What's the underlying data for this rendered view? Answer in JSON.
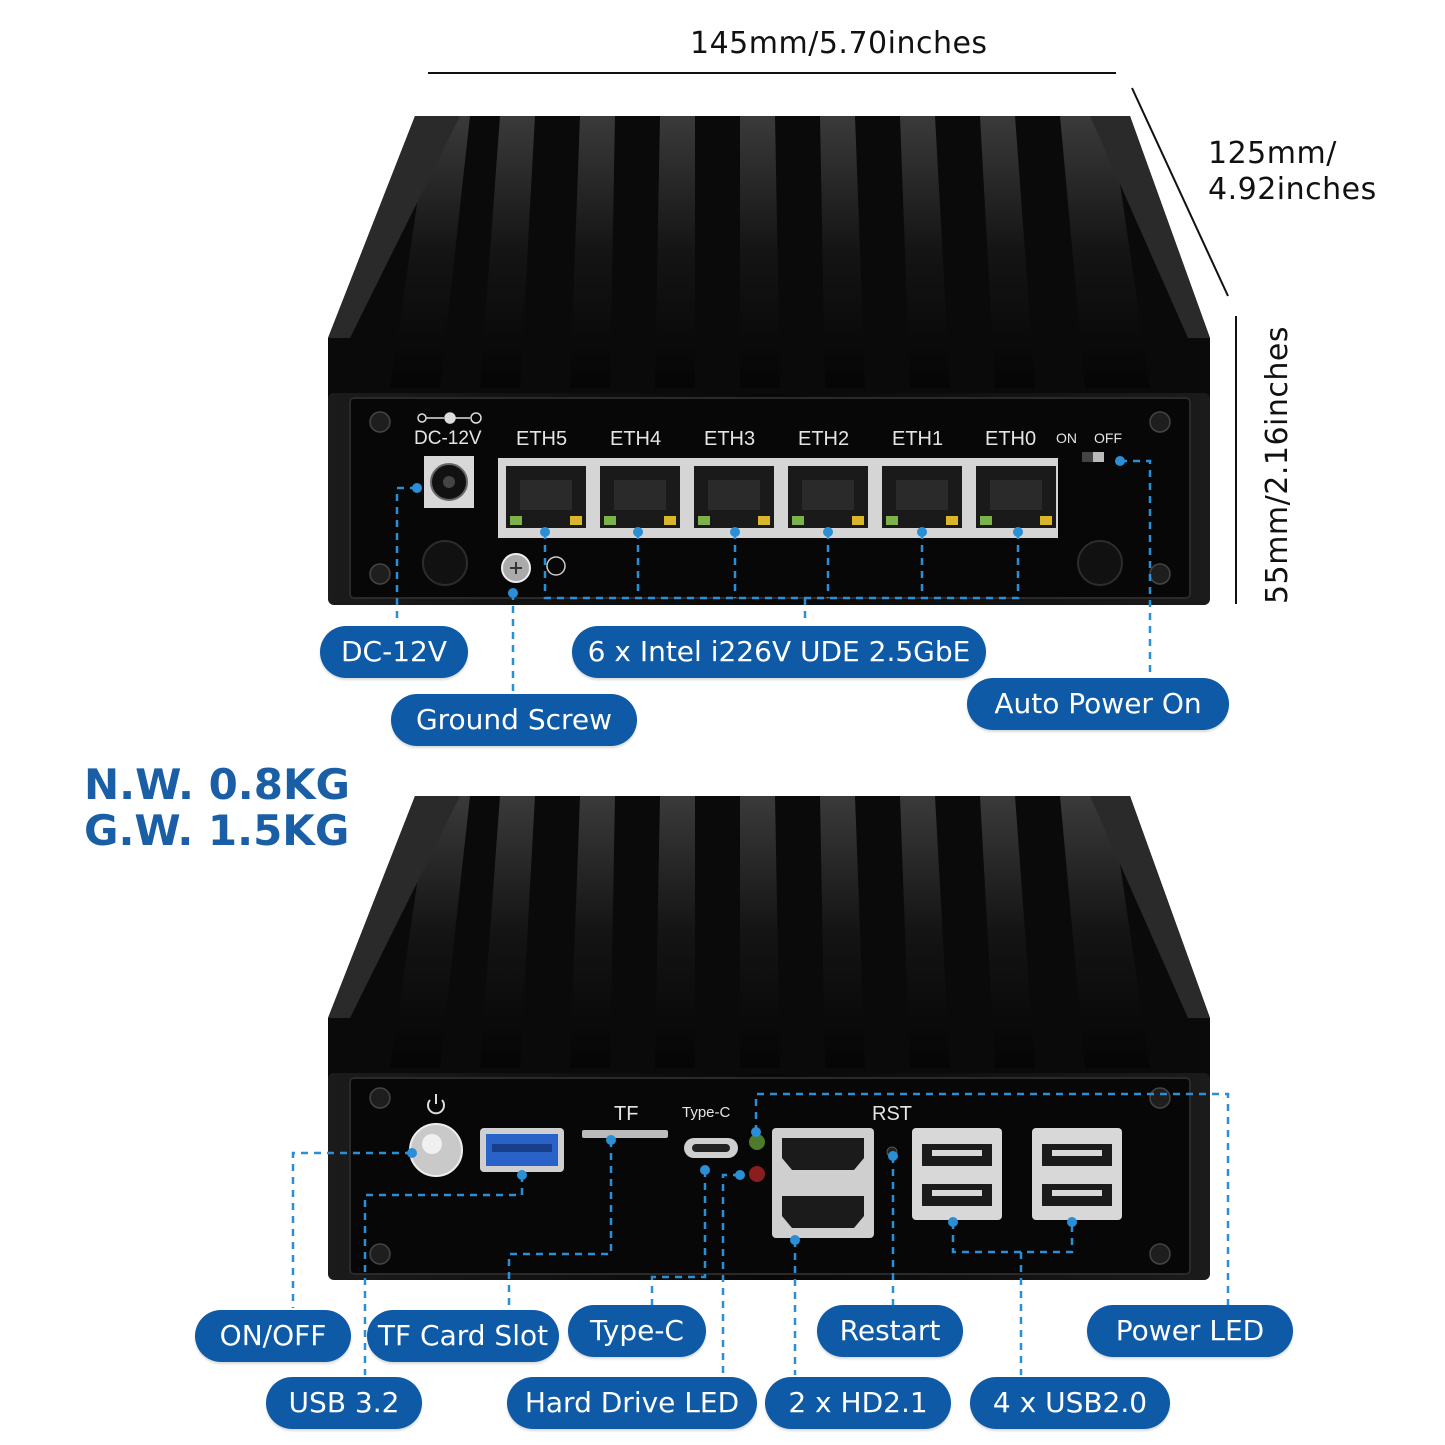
{
  "dimensions": {
    "width": "145mm/5.70inches",
    "depth_line1": "125mm/",
    "depth_line2": "4.92inches",
    "height": "55mm/2.16inches"
  },
  "weights": {
    "net": "N.W. 0.8KG",
    "gross": "G.W. 1.5KG"
  },
  "front_panel": {
    "dc_label": "DC-12V",
    "ports": [
      "ETH5",
      "ETH4",
      "ETH3",
      "ETH2",
      "ETH1",
      "ETH0"
    ],
    "switch_on": "ON",
    "switch_off": "OFF"
  },
  "back_panel": {
    "tf_label": "TF",
    "typec_label": "Type-C",
    "rst_label": "RST"
  },
  "callouts": {
    "dc": "DC-12V",
    "ethernet": "6 x Intel i226V UDE 2.5GbE",
    "ground": "Ground Screw",
    "auto_power": "Auto Power On",
    "onoff": "ON/OFF",
    "tf_slot": "TF Card Slot",
    "typec": "Type-C",
    "restart": "Restart",
    "power_led": "Power LED",
    "usb32": "USB 3.2",
    "hdd_led": "Hard Drive LED",
    "hdmi": "2 x HD2.1",
    "usb20": "4 x USB2.0"
  },
  "colors": {
    "accent": "#0e5aa6",
    "callout_line": "#2a8fd6",
    "device": "#0b0b0b"
  }
}
